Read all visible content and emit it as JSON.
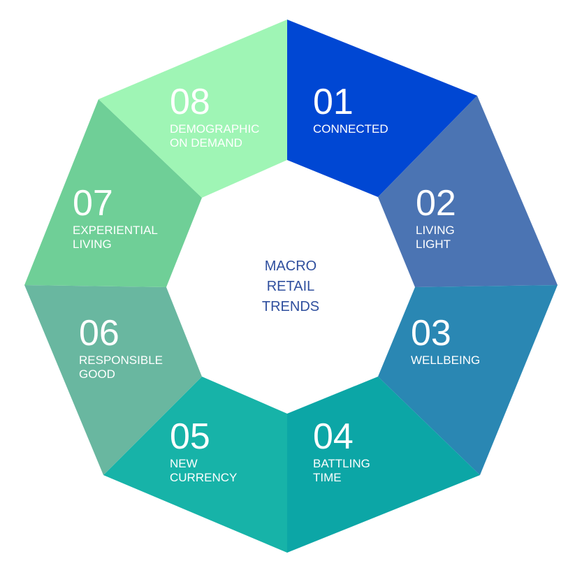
{
  "center": {
    "lines": [
      "MACRO",
      "RETAIL",
      "TRENDS"
    ],
    "color": "#2f4f9e"
  },
  "segments": [
    {
      "number": "01",
      "label_lines": [
        "CONNECTED"
      ],
      "color": "#0047d3"
    },
    {
      "number": "02",
      "label_lines": [
        "LIVING",
        "LIGHT"
      ],
      "color": "#4b74b3"
    },
    {
      "number": "03",
      "label_lines": [
        "WELLBEING"
      ],
      "color": "#2a87b3"
    },
    {
      "number": "04",
      "label_lines": [
        "BATTLING",
        "TIME"
      ],
      "color": "#0ca6a6"
    },
    {
      "number": "05",
      "label_lines": [
        "NEW",
        "CURRENCY"
      ],
      "color": "#17b3a8"
    },
    {
      "number": "06",
      "label_lines": [
        "RESPONSIBLE",
        "GOOD"
      ],
      "color": "#69b7a0"
    },
    {
      "number": "07",
      "label_lines": [
        "EXPERIENTIAL",
        "LIVING"
      ],
      "color": "#6fcf97"
    },
    {
      "number": "08",
      "label_lines": [
        "DEMOGRAPHIC",
        "ON DEMAND"
      ],
      "color": "#9ff5b5"
    }
  ]
}
